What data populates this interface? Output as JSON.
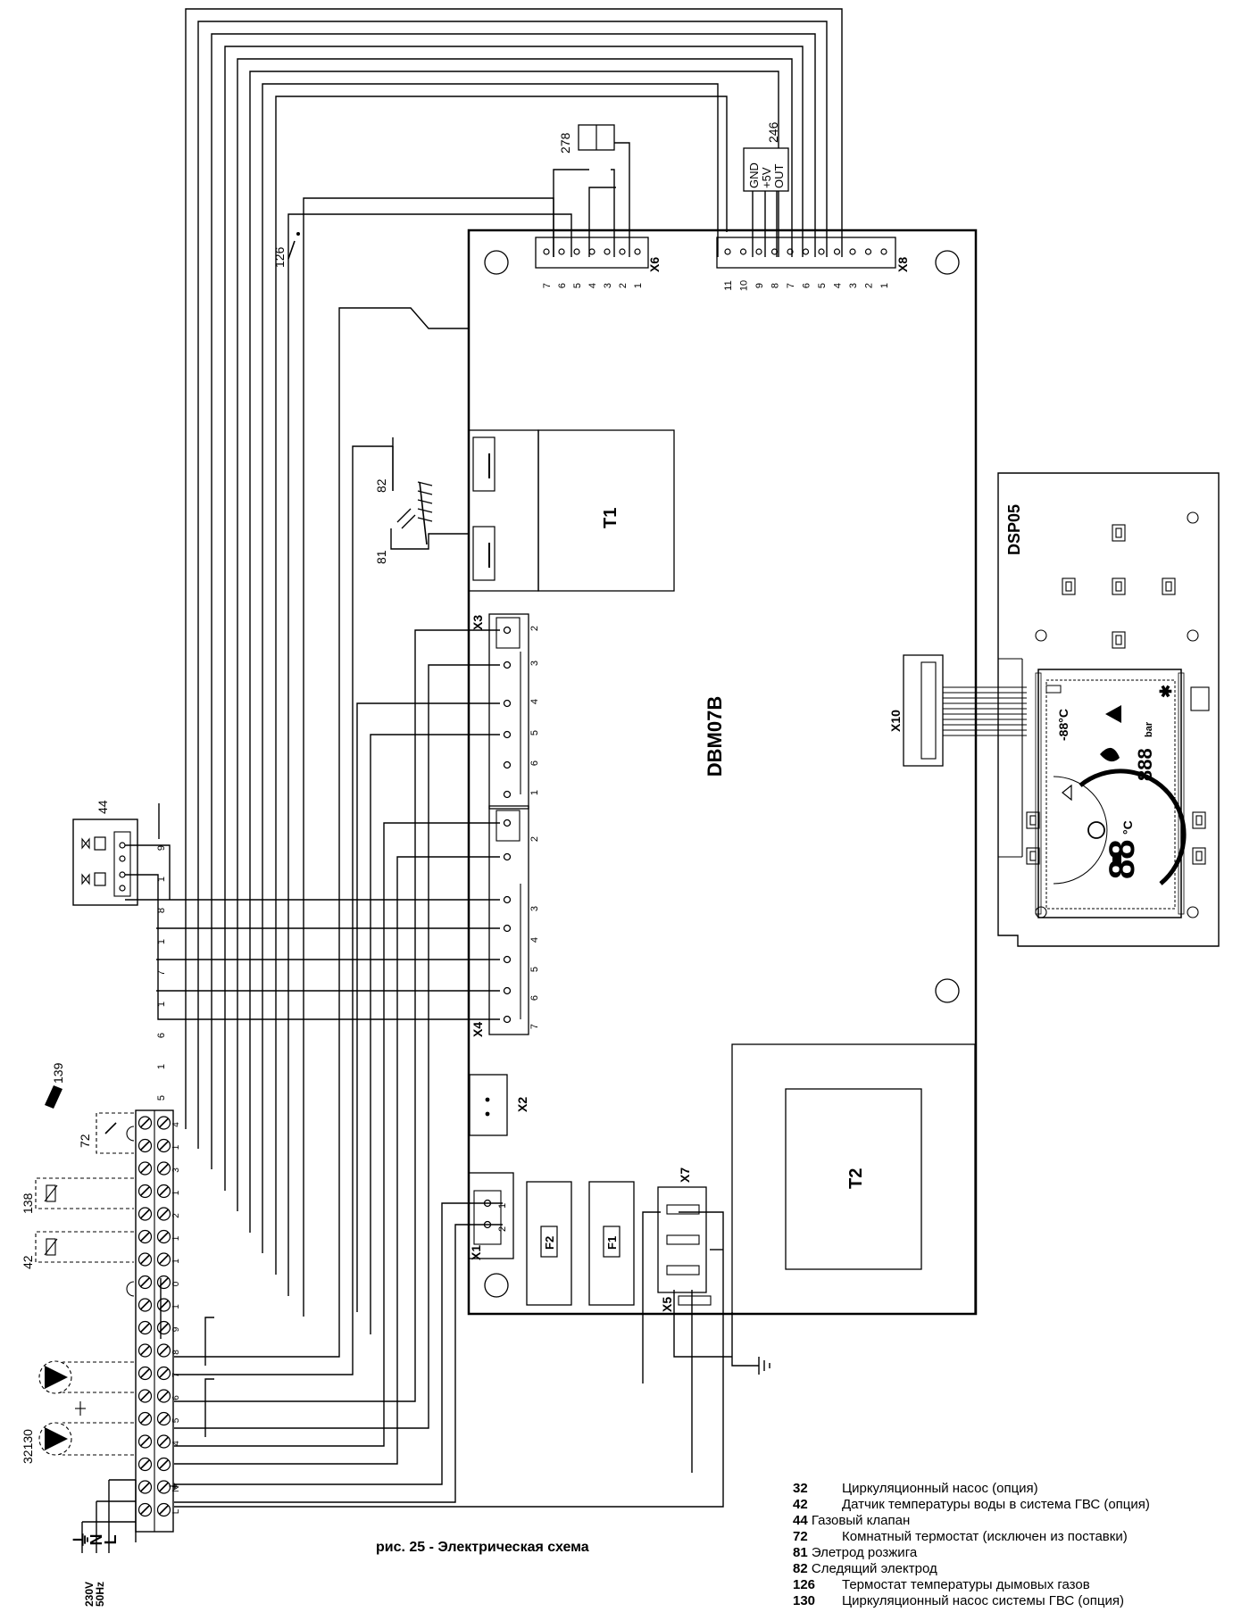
{
  "caption": "рис. 25 - Электрическая схема",
  "boards": {
    "main": "DBM07B",
    "display": "DSP05",
    "transformer1": "T1",
    "transformer2": "T2"
  },
  "connectors": {
    "x1": "X1",
    "x2": "X2",
    "x3": "X3",
    "x4": "X4",
    "x5": "X5",
    "x6": "X6",
    "x7": "X7",
    "x8": "X8",
    "x10": "X10"
  },
  "fuses": {
    "f1": "F1",
    "f2": "F2"
  },
  "x6_pins": [
    "7",
    "6",
    "5",
    "4",
    "3",
    "2",
    "1"
  ],
  "x8_pins": [
    "11",
    "10",
    "9",
    "8",
    "7",
    "6",
    "5",
    "4",
    "3",
    "2",
    "1"
  ],
  "x3_pins": [
    "2",
    "3",
    "4",
    "5",
    "6",
    "1"
  ],
  "x4_pins": [
    "2",
    "3",
    "4",
    "5",
    "6",
    "7"
  ],
  "x1_pins": [
    "1",
    "2"
  ],
  "sensor246": {
    "number": "246",
    "pins": [
      "GND",
      "+5V",
      "OUT"
    ]
  },
  "component_numbers": {
    "c278": "278",
    "c126": "126",
    "c82": "82",
    "c81": "81",
    "c44": "44",
    "c139": "139",
    "c72": "72",
    "c138": "138",
    "c42": "42",
    "c32130": "32130"
  },
  "valve44_pins": [
    "9",
    "1",
    "8",
    "1",
    "7",
    "1",
    "6",
    "1",
    "5"
  ],
  "terminal_labels": [
    "4",
    "1",
    "3",
    "1",
    "2",
    "1",
    "1",
    "0",
    "1",
    "9",
    "8",
    "7",
    "6",
    "5",
    "4",
    "⏚",
    "N",
    "L"
  ],
  "mains": {
    "earth": "⏚",
    "n": "N",
    "l": "L",
    "voltage": "230V",
    "freq": "50Hz"
  },
  "display_lcd": {
    "temp_small": "-88°C",
    "pressure": "888",
    "pressure_unit": "bar",
    "temp_big": "88",
    "temp_big_unit": "°C"
  },
  "legend": [
    {
      "num": "32",
      "text": "Циркуляционный насос (опция)",
      "indent": true
    },
    {
      "num": "42",
      "text": "Датчик температуры воды в система ГВС (опция)",
      "indent": true
    },
    {
      "num": "44",
      "text": "Газовый клапан",
      "indent": false
    },
    {
      "num": "72",
      "text": "Комнатный термостат (исключен из поставки)",
      "indent": true
    },
    {
      "num": "81",
      "text": "Элетрод розжига",
      "indent": false
    },
    {
      "num": "82",
      "text": "Следящий электрод",
      "indent": false
    },
    {
      "num": "126",
      "text": "Термостат температуры дымовых газов",
      "indent": true
    },
    {
      "num": "130",
      "text": "Циркуляционный насос системы ГВС (опция)",
      "indent": true
    }
  ],
  "colors": {
    "ink": "#000000",
    "background": "#ffffff",
    "board_gray": "#d9d9d9"
  }
}
